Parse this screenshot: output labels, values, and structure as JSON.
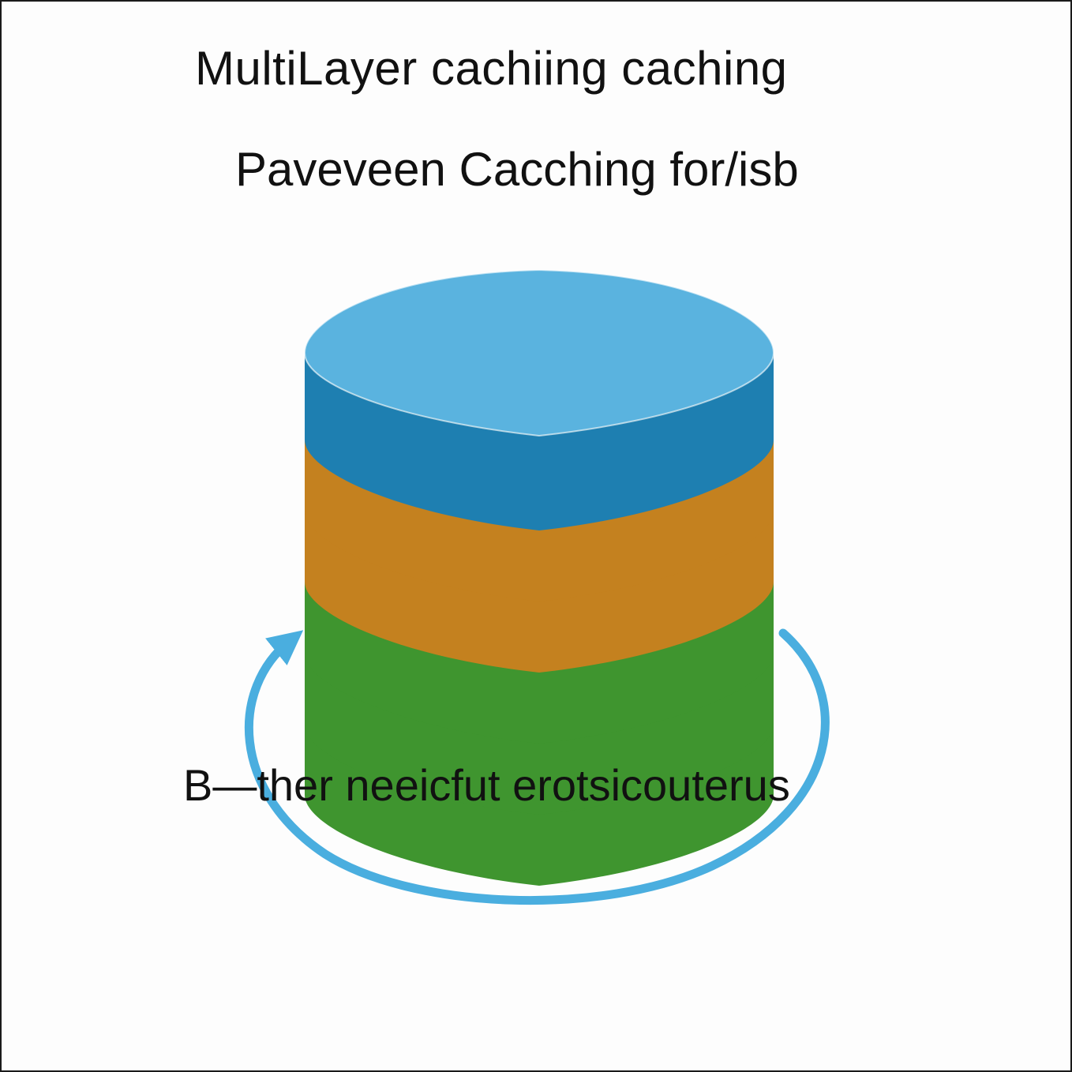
{
  "title": "MultiLayer cachiing caching",
  "subtitle": "Paveveen Cacching for/isb",
  "caption": "B—ther neeicfut erotsicouterus",
  "colors": {
    "blue_top": "#5ab3df",
    "blue_side": "#1e7fb1",
    "orange_top": "#f4b84b",
    "orange_side": "#c4811f",
    "green_top": "#7cc55c",
    "green_side": "#3f952f",
    "arrow": "#4aaedf",
    "text": "#111111"
  },
  "layers": [
    {
      "name": "blue-layer",
      "color": "blue"
    },
    {
      "name": "orange-layer-1",
      "color": "orange"
    },
    {
      "name": "orange-layer-2",
      "color": "orange"
    },
    {
      "name": "green-layer-1",
      "color": "green"
    },
    {
      "name": "green-layer-2",
      "color": "green"
    },
    {
      "name": "green-layer-3",
      "color": "green"
    }
  ]
}
